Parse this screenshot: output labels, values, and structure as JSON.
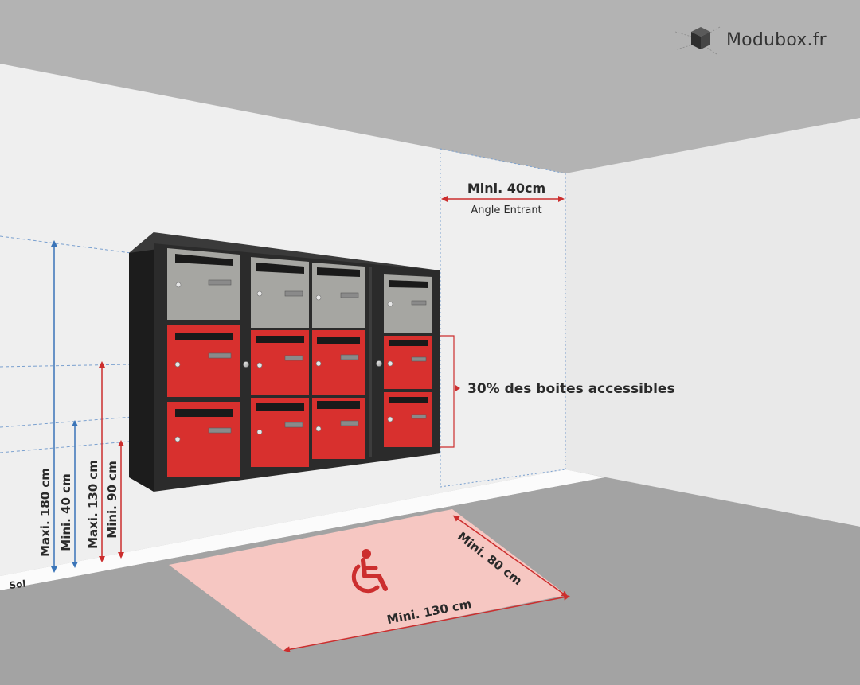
{
  "brand": {
    "name": "Modubox.fr",
    "logo_icon": "cube-icon"
  },
  "labels": {
    "min_corner": "Mini. 40cm",
    "corner_caption": "Angle Entrant",
    "accessible_share": "30% des boites accessibles",
    "max_180": "Maxi. 180 cm",
    "min_40": "Mini. 40 cm",
    "max_130": "Maxi. 130 cm",
    "min_90": "Mini. 90 cm",
    "floor": "Sol",
    "min_80": "Mini. 80 cm",
    "min_130": "Mini. 130 cm"
  },
  "icons": {
    "wheelchair": "wheelchair-icon"
  },
  "colors": {
    "red_box": "#d8302e",
    "grey_box": "#a6a6a2",
    "cabinet": "#2b2b2b",
    "wall": "#efefef",
    "floor": "#a3a3a3",
    "blue_line": "#3a74b8",
    "red_line": "#cc2e2e",
    "zone": "#f6c7c2"
  }
}
